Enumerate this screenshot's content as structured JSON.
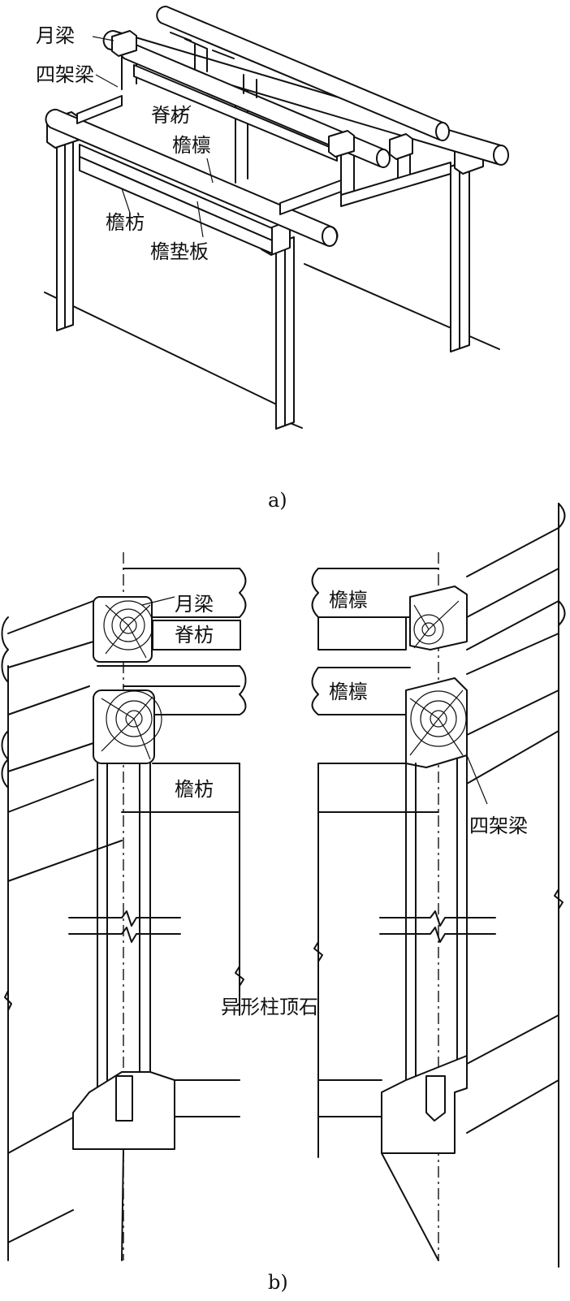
{
  "figure_a": {
    "caption": "a)",
    "labels": {
      "yueliang": "月梁",
      "sijialiang": "四架梁",
      "jifang": "脊枋",
      "yanlin": "檐檩",
      "yanfang": "檐枋",
      "yandianban": "檐垫板"
    }
  },
  "figure_b": {
    "caption": "b)",
    "left_view": {
      "yueliang": "月梁",
      "jifang": "脊枋",
      "yanfang": "檐枋"
    },
    "right_view": {
      "yanlin_upper": "檐檩",
      "yanlin_lower": "檐檩",
      "sijialiang": "四架梁"
    },
    "center_label": "异形柱顶石"
  }
}
